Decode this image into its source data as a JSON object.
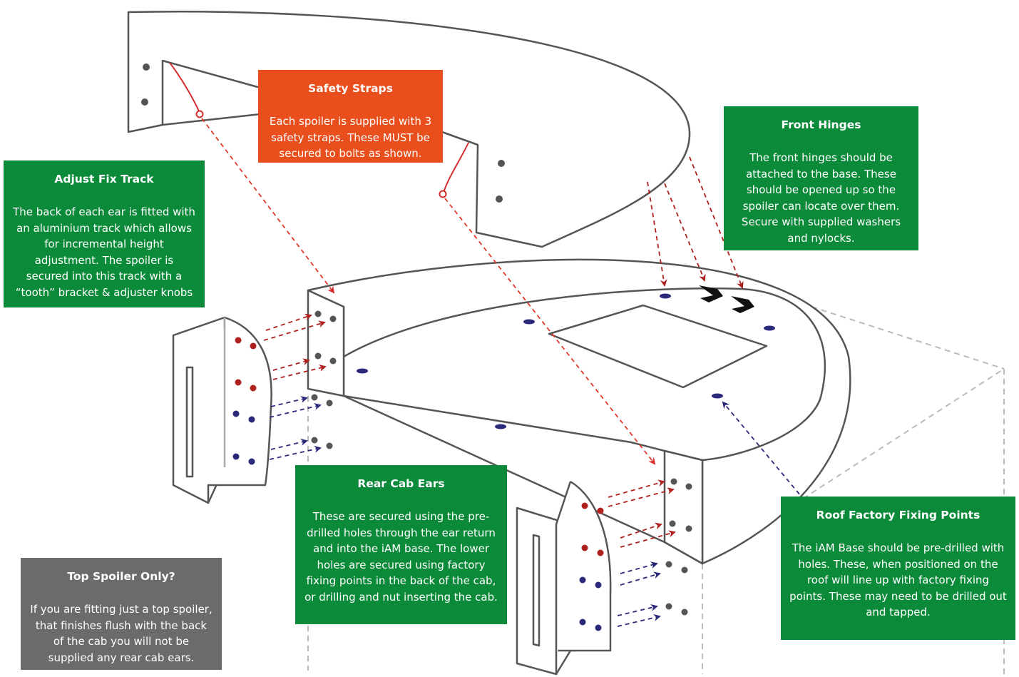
{
  "colors": {
    "callout_green": "#0b8a3a",
    "callout_orange": "#e84f1c",
    "callout_grey": "#6b6b6b",
    "outline": "#555555",
    "red_arrow": "#d32f2f",
    "blue_arrow": "#2b2a7a",
    "guide_dash": "#bbbbbb"
  },
  "callouts": {
    "safety_straps": {
      "title": "Safety Straps",
      "body": "Each spoiler is supplied with 3 safety straps. These MUST be secured to bolts as shown."
    },
    "front_hinges": {
      "title": "Front Hinges",
      "body": "The front hinges should be attached to the base. These should be opened up so the spoiler can locate over them. Secure with supplied washers and nylocks."
    },
    "adjust_fix_track": {
      "title": "Adjust Fix Track",
      "body": "The back of each ear is fitted with an aluminium track which allows for incremental height adjustment. The spoiler is secured into this track with a “tooth” bracket & adjuster knobs"
    },
    "rear_cab_ears": {
      "title": "Rear Cab Ears",
      "body": "These are secured using the pre-drilled holes through the ear return and into the iAM base. The lower holes are secured using factory fixing points in the back of the cab, or drilling and nut inserting the cab."
    },
    "roof_fixing_points": {
      "title": "Roof Factory Fixing Points",
      "body": "The iAM Base should be pre-drilled with holes. These, when positioned on the roof will line up with factory fixing points. These may need to be drilled out and tapped."
    },
    "top_spoiler_only": {
      "title": "Top Spoiler Only?",
      "body": "If you are fitting just a top spoiler, that finishes flush with the back of the cab you will not be supplied any rear cab ears."
    }
  },
  "icons": [
    "hinge-icon",
    "arrow-head-icon",
    "bolt-dot-icon",
    "strap-ring-icon"
  ]
}
